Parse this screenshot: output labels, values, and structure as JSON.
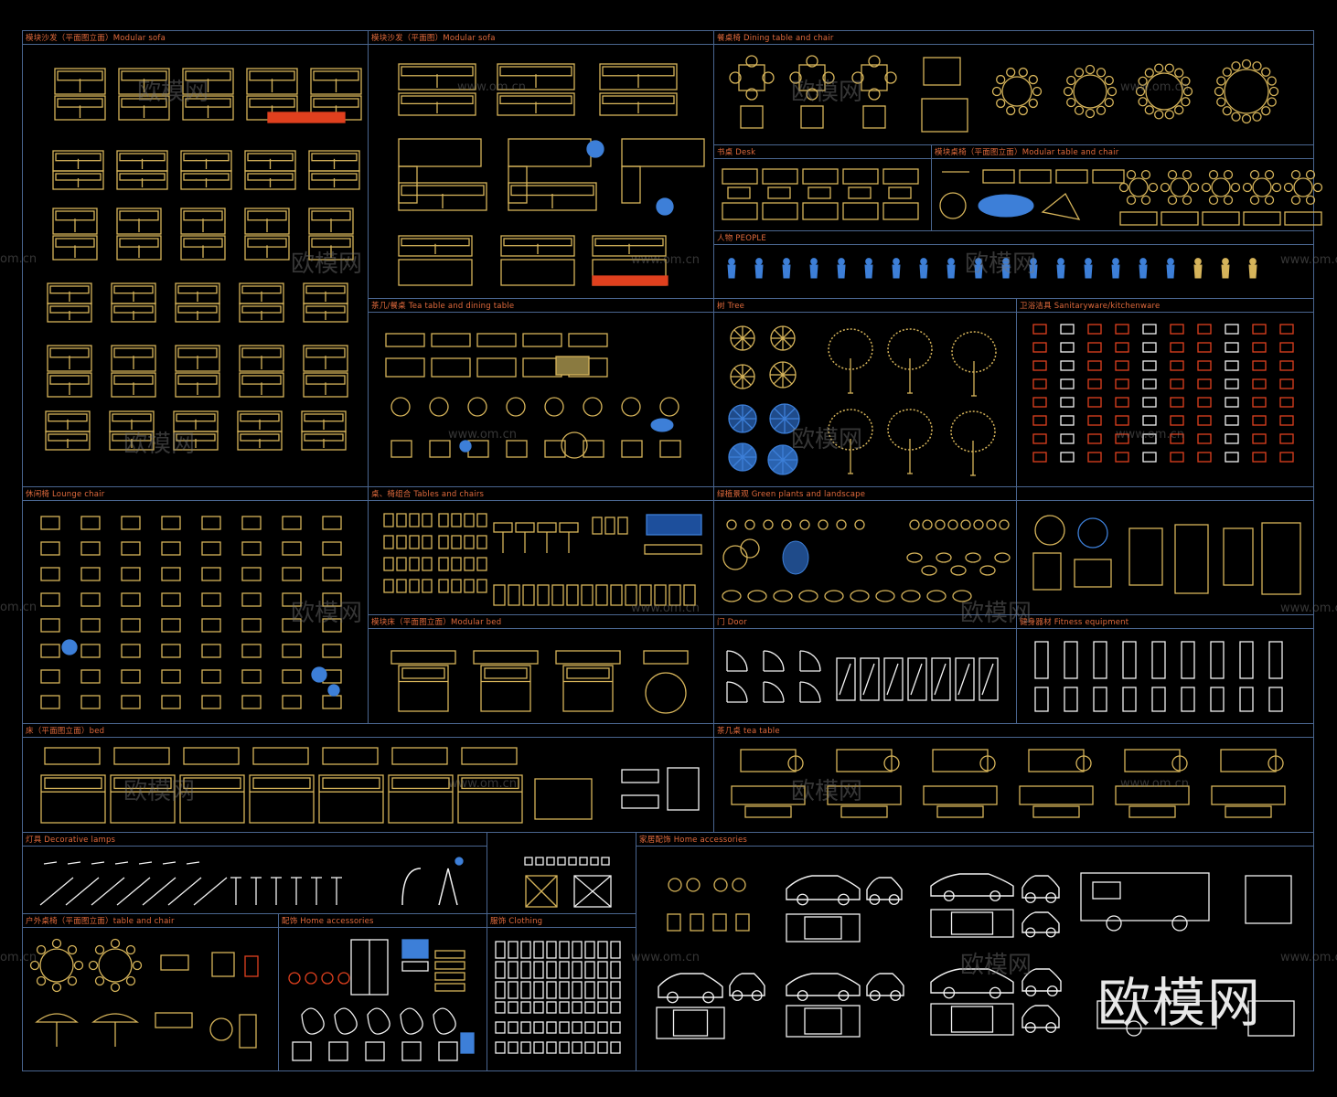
{
  "sheet": {
    "background": "#000000",
    "frame_color": "#4a6690",
    "symbol_colors": {
      "gold": "#d6b45a",
      "blue": "#3d7fd8",
      "red": "#e0401e",
      "white": "#f2f2f2"
    }
  },
  "panels": [
    {
      "id": "modular-sofa-a",
      "title": "模块沙发（平面图立面）Modular sofa",
      "color": "gold"
    },
    {
      "id": "modular-sofa-b",
      "title": "模块沙发（平面图）Modular sofa",
      "color": "gold"
    },
    {
      "id": "dining",
      "title": "餐桌椅 Dining table and chair",
      "color": "gold"
    },
    {
      "id": "desk",
      "title": "书桌 Desk",
      "color": "gold"
    },
    {
      "id": "modular-table",
      "title": "模块桌椅（平面图立面）Modular table and chair",
      "color": "gold"
    },
    {
      "id": "people",
      "title": "人物 PEOPLE",
      "color": "blue"
    },
    {
      "id": "tea-table",
      "title": "茶几/餐桌 Tea table and dining table",
      "color": "gold"
    },
    {
      "id": "tree",
      "title": "树 Tree",
      "color": "gold"
    },
    {
      "id": "sanitary",
      "title": "卫浴洁具 Sanitaryware/kitchenware",
      "color": "red"
    },
    {
      "id": "lounge",
      "title": "休闲椅 Lounge chair",
      "color": "gold"
    },
    {
      "id": "tables-chairs",
      "title": "桌、椅组合 Tables and chairs",
      "color": "gold"
    },
    {
      "id": "green",
      "title": "绿植景观 Green plants and landscape",
      "color": "gold"
    },
    {
      "id": "misc",
      "title": "",
      "color": "gold"
    },
    {
      "id": "modular-bed",
      "title": "模块床（平面图立面）Modular bed",
      "color": "gold"
    },
    {
      "id": "door",
      "title": "门 Door",
      "color": "white"
    },
    {
      "id": "fitness",
      "title": "健身器材 Fitness equipment",
      "color": "white"
    },
    {
      "id": "bed",
      "title": "床（平面图立面）bed",
      "color": "gold"
    },
    {
      "id": "tea-table-2",
      "title": "茶几桌 tea table",
      "color": "gold"
    },
    {
      "id": "lamps",
      "title": "灯具 Decorative lamps",
      "color": "white"
    },
    {
      "id": "small",
      "title": "",
      "color": "gold"
    },
    {
      "id": "home-acc-big",
      "title": "家居配饰 Home accessories",
      "color": "white"
    },
    {
      "id": "outdoor",
      "title": "户外桌椅（平面图立面）table and chair",
      "color": "gold"
    },
    {
      "id": "home-acc",
      "title": "配饰 Home accessories",
      "color": "red"
    },
    {
      "id": "clothing",
      "title": "服饰 Clothing",
      "color": "white"
    }
  ],
  "watermarks": {
    "cn": "欧模网",
    "url": "www.om.cn",
    "edge": "om.cn"
  },
  "logo": "欧模网"
}
